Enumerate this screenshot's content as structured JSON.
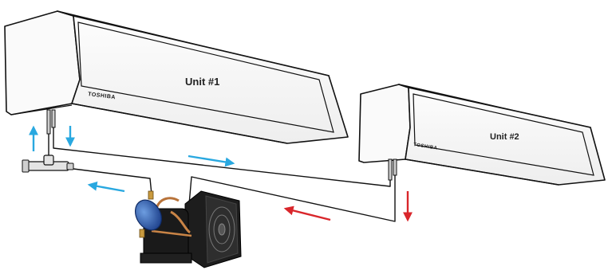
{
  "units": [
    {
      "label": "Unit #1",
      "brand": "TOSHIBA"
    },
    {
      "label": "Unit #2",
      "brand": "TOSHIBA"
    }
  ],
  "flow_colors": {
    "supply": "#29a8e0",
    "return": "#d9262b"
  },
  "icons": {
    "compressor": "condensing-unit-icon",
    "tee": "pipe-tee-icon"
  }
}
